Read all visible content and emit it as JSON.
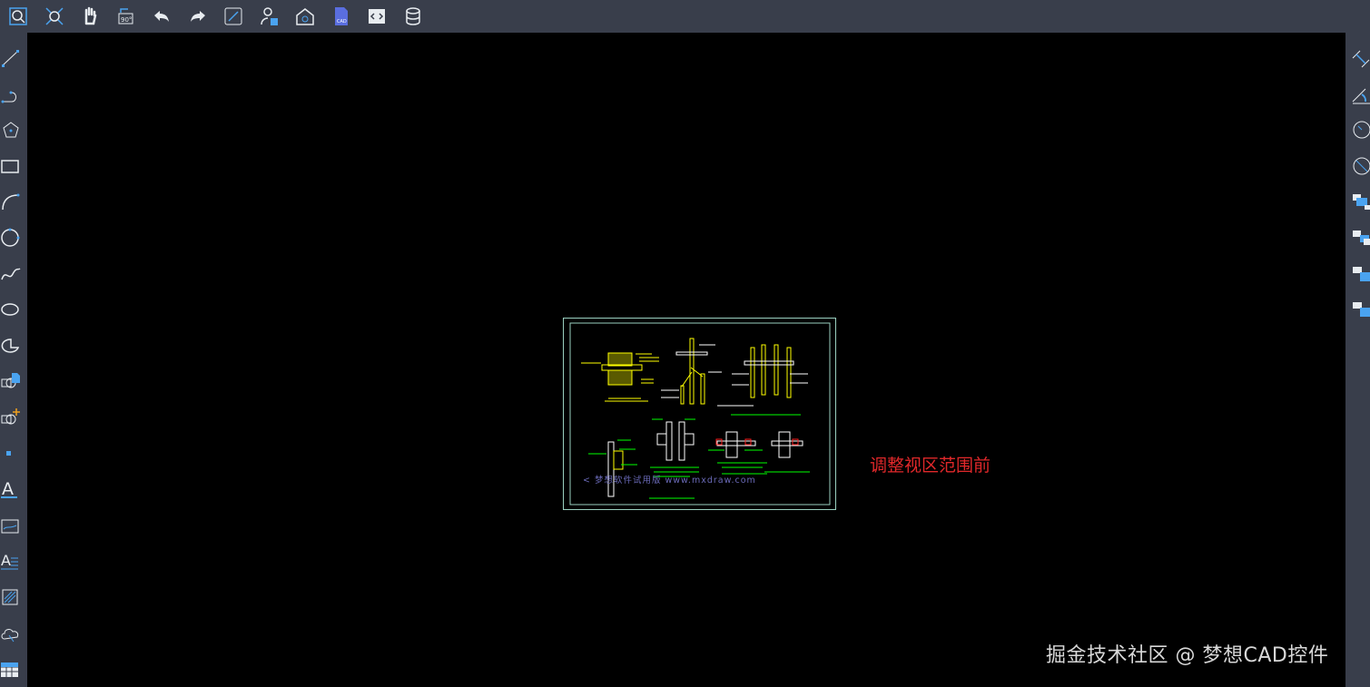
{
  "toolbar": {
    "items": [
      {
        "name": "zoom-extents-icon"
      },
      {
        "name": "zoom-window-icon"
      },
      {
        "name": "pan-hand-icon"
      },
      {
        "name": "rotate-90-icon"
      },
      {
        "name": "undo-icon"
      },
      {
        "name": "redo-icon"
      },
      {
        "name": "fullscreen-icon"
      },
      {
        "name": "user-layer-icon"
      },
      {
        "name": "home-view-icon"
      },
      {
        "name": "cad-file-icon"
      },
      {
        "name": "code-icon"
      },
      {
        "name": "database-icon"
      }
    ]
  },
  "left_tools": {
    "items": [
      {
        "name": "line-icon"
      },
      {
        "name": "polyline-icon"
      },
      {
        "name": "polygon-icon"
      },
      {
        "name": "rectangle-icon"
      },
      {
        "name": "arc-icon"
      },
      {
        "name": "circle-icon"
      },
      {
        "name": "spline-icon"
      },
      {
        "name": "ellipse-icon"
      },
      {
        "name": "ellipse-arc-icon"
      },
      {
        "name": "insert-block-icon"
      },
      {
        "name": "create-block-icon"
      },
      {
        "name": "point-icon"
      },
      {
        "name": "text-icon"
      },
      {
        "name": "image-icon"
      },
      {
        "name": "multiline-text-icon"
      },
      {
        "name": "hatch-icon"
      },
      {
        "name": "revision-cloud-icon"
      },
      {
        "name": "table-icon"
      }
    ]
  },
  "right_tools": {
    "items": [
      {
        "name": "aligned-dimension-icon"
      },
      {
        "name": "angular-dimension-icon"
      },
      {
        "name": "radius-dimension-icon"
      },
      {
        "name": "diameter-dimension-icon"
      },
      {
        "name": "bring-to-front-icon"
      },
      {
        "name": "send-to-back-icon"
      },
      {
        "name": "bring-above-icon"
      },
      {
        "name": "send-below-icon"
      }
    ]
  },
  "canvas": {
    "caption": "调整视区范围前",
    "trial_text": "< 梦想软件试用版 www.mxdraw.com",
    "watermark": "掘金技术社区 @ 梦想CAD控件",
    "colors": {
      "accent": "#4aa3f0",
      "caption": "#e0282a",
      "drawing_yellow": "#ffff00",
      "drawing_green": "#00ff00",
      "border": "#9ad0c0"
    }
  }
}
